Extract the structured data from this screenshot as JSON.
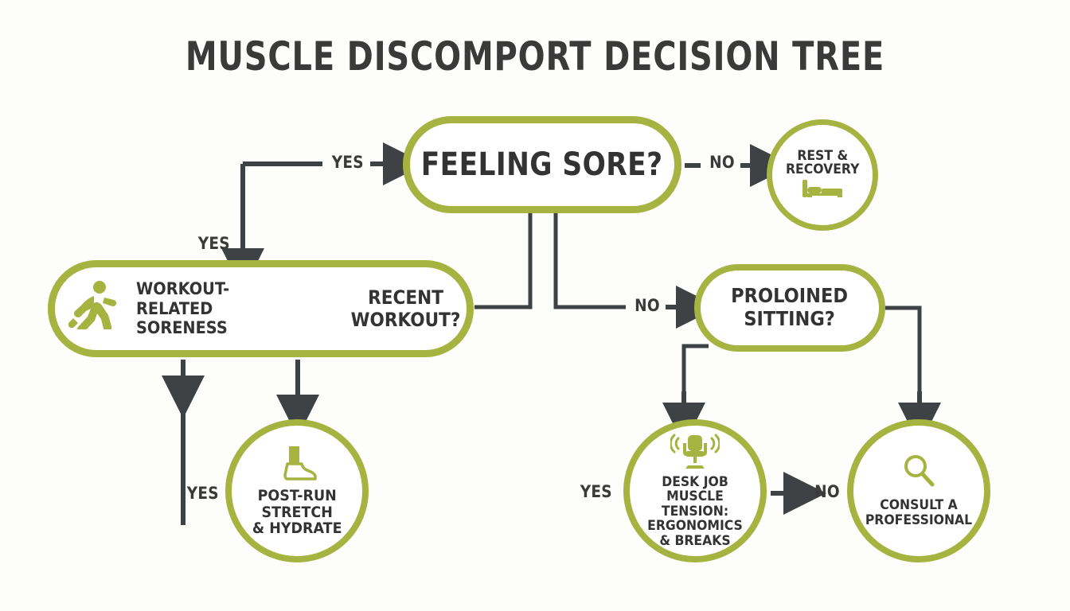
{
  "title": "MUSCLE DISCOMPORT DECISION TREE",
  "theme": {
    "accent_green": "#a5b440",
    "text_dark": "#3a3a3a",
    "connector_gray": "#3f4245",
    "background": "#fdfdfc"
  },
  "nodes": {
    "feeling_sore": {
      "label": "FEELING SORE?",
      "shape": "pill"
    },
    "rest_recovery": {
      "label": "REST &\nRECOVERY",
      "shape": "circle",
      "icon": "bed-icon"
    },
    "workout_related": {
      "soreness_label": "WORKOUT-RELATED\nSORENESS",
      "question_label": "RECENT\nWORKOUT?",
      "shape": "pill",
      "icon": "runner-icon"
    },
    "prolonged_sitting": {
      "label": "PROLOINED\nSITTING?",
      "shape": "pill"
    },
    "post_run": {
      "label": "POST-RUN\nSTRETCH\n& HYDRATE",
      "shape": "circle",
      "icon": "leg-shoe-icon"
    },
    "desk_job": {
      "label": "DESK JOB MUSCLE\nTENSION:\nERGONOMICS\n& BREAKS",
      "shape": "circle",
      "icon": "office-chair-icon"
    },
    "consult": {
      "label": "CONSULT A\nPROFESSIONAL",
      "shape": "circle",
      "icon": "magnifier-icon"
    }
  },
  "edges": {
    "yes_to_sore": "YES",
    "no_to_rest": "NO",
    "yes_down_to_workout": "YES",
    "no_to_sitting": "NO",
    "yes_back_to_workout": "YES",
    "yes_to_desk": "YES",
    "no_to_desk": "NO"
  },
  "chart_data": {
    "type": "flowchart",
    "title": "MUSCLE DISCOMPORT DECISION TREE",
    "nodes": [
      {
        "id": "feeling_sore",
        "label": "FEELING SORE?",
        "shape": "pill",
        "type": "decision"
      },
      {
        "id": "rest_recovery",
        "label": "REST & RECOVERY",
        "shape": "circle",
        "type": "outcome"
      },
      {
        "id": "recent_workout",
        "label": "RECENT WORKOUT?",
        "shape": "pill",
        "type": "decision"
      },
      {
        "id": "workout_related_soreness",
        "label": "WORKOUT-RELATED SORENESS",
        "shape": "pill",
        "type": "state"
      },
      {
        "id": "prolonged_sitting",
        "label": "PROLOINED SITTING?",
        "shape": "pill",
        "type": "decision"
      },
      {
        "id": "post_run",
        "label": "POST-RUN STRETCH & HYDRATE",
        "shape": "circle",
        "type": "outcome"
      },
      {
        "id": "desk_job",
        "label": "DESK JOB MUSCLE TENSION: ERGONOMICS & BREAKS",
        "shape": "circle",
        "type": "outcome"
      },
      {
        "id": "consult",
        "label": "CONSULT A PROFESSIONAL",
        "shape": "circle",
        "type": "outcome"
      }
    ],
    "links": [
      {
        "from": "feeling_sore",
        "to": "rest_recovery",
        "label": "NO"
      },
      {
        "from": "feeling_sore",
        "to": "recent_workout",
        "label": ""
      },
      {
        "from": "feeling_sore",
        "to": "prolonged_sitting",
        "label": "NO"
      },
      {
        "from": "recent_workout",
        "to": "workout_related_soreness",
        "label": "YES"
      },
      {
        "from": "workout_related_soreness",
        "to": "post_run",
        "label": ""
      },
      {
        "from": "post_run",
        "to": "workout_related_soreness",
        "label": "YES"
      },
      {
        "from": "prolonged_sitting",
        "to": "desk_job",
        "label": "YES"
      },
      {
        "from": "prolonged_sitting",
        "to": "consult",
        "label": ""
      },
      {
        "from": "consult",
        "to": "desk_job",
        "label": "NO"
      }
    ]
  }
}
